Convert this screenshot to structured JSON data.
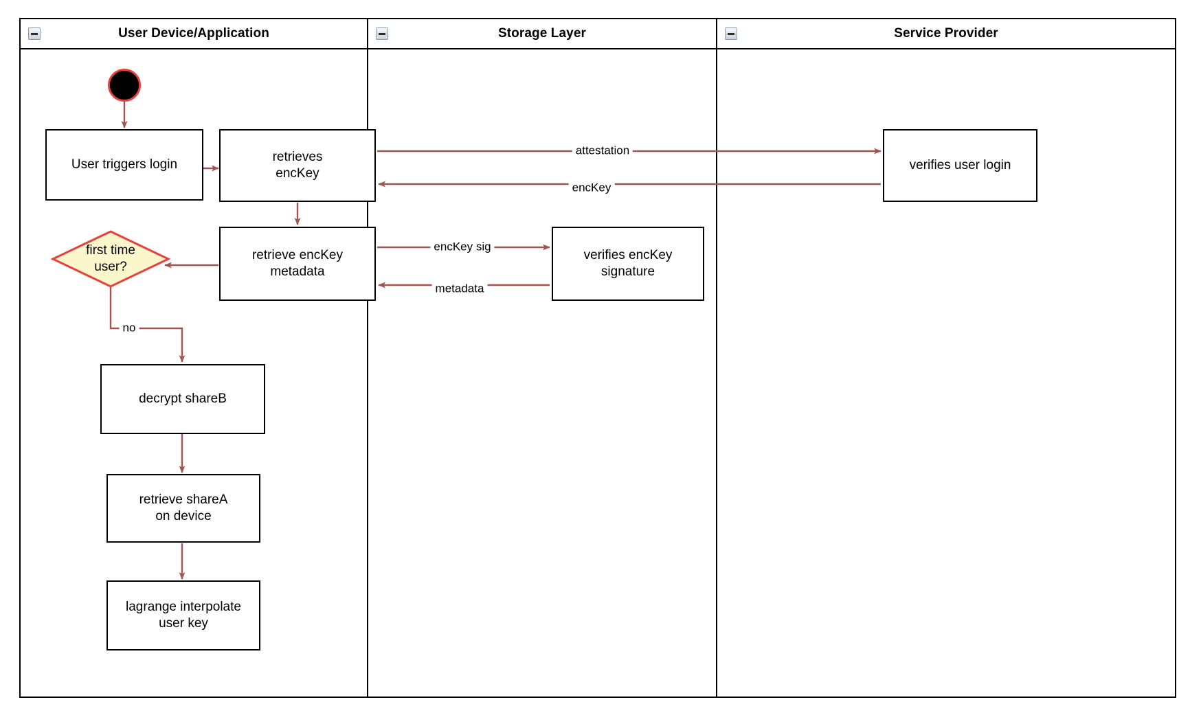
{
  "diagram": {
    "title": "User login key-recovery swimlane activity diagram",
    "accent_arrow_color": "#a15550",
    "decision_fill": "#fcf6cd",
    "decision_stroke": "#e8413a",
    "start_node_stroke": "#e8413a",
    "lane_border_color": "#000000"
  },
  "lanes": [
    {
      "id": "user-device",
      "title": "User Device/Application",
      "collapse_icon": "collapse-minus-icon"
    },
    {
      "id": "storage-layer",
      "title": "Storage Layer",
      "collapse_icon": "collapse-minus-icon"
    },
    {
      "id": "service-provider",
      "title": "Service Provider",
      "collapse_icon": "collapse-minus-icon"
    }
  ],
  "nodes": {
    "start": {
      "type": "initial-node",
      "label": ""
    },
    "user_triggers_login": {
      "label": "User triggers login"
    },
    "retrieves_enckey": {
      "label": "retrieves\nencKey"
    },
    "retrieve_enckey_metadata": {
      "label": "retrieve encKey\nmetadata"
    },
    "first_time_user": {
      "label": "first time\nuser?"
    },
    "decrypt_shareb": {
      "label": "decrypt shareB"
    },
    "retrieve_sharea": {
      "label": "retrieve shareA\non device"
    },
    "lagrange_interpolate": {
      "label": "lagrange interpolate\nuser key"
    },
    "verifies_enckey_signature": {
      "label": "verifies encKey\nsignature"
    },
    "verifies_user_login": {
      "label": "verifies user login"
    }
  },
  "edge_labels": {
    "attestation": "attestation",
    "enckey": "encKey",
    "enckey_sig": "encKey sig",
    "metadata": "metadata",
    "no": "no"
  }
}
